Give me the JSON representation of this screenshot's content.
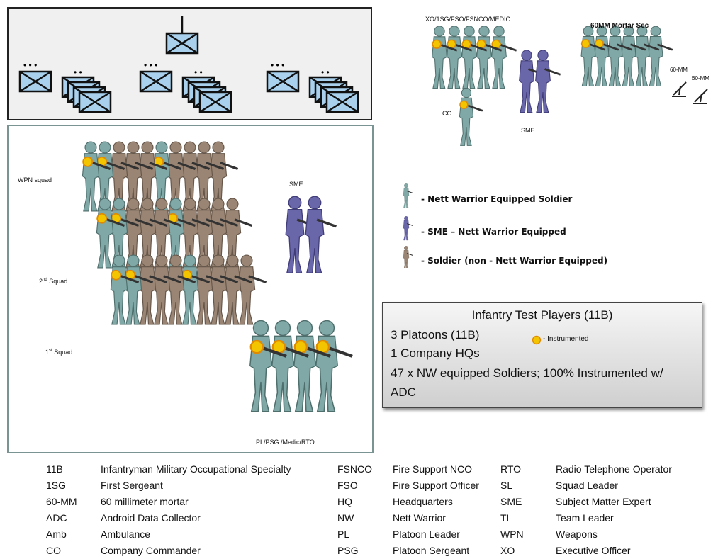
{
  "org_chart": {
    "symbols": [
      "company",
      "platoon",
      "squad"
    ]
  },
  "top_right": {
    "hq_label": "XO/1SG/FSO/FSNCO/MEDIC",
    "co_label": "CO",
    "sme_label": "SME",
    "mortar_title": "60MM Mortar Sec",
    "mortar_label_1": "60-MM",
    "mortar_label_2": "60-MM"
  },
  "platoon": {
    "wpn_label": "WPN squad",
    "sq2_label": "2",
    "sq2_sup": "nd",
    "sq2_suffix": " Squad",
    "sq1_label": "1",
    "sq1_sup": "st",
    "sq1_suffix": " Squad",
    "sme_label": "SME",
    "pl_label": "PL/PSG /Medic/RTO"
  },
  "legend": {
    "items": [
      {
        "text": "- Nett Warrior Equipped Soldier",
        "color": "#7fa8a6"
      },
      {
        "text": "- SME – Nett Warrior Equipped",
        "color": "#6a66aa"
      },
      {
        "text": "- Soldier (non - Nett Warrior Equipped)",
        "color": "#9a8574"
      }
    ]
  },
  "info_box": {
    "title": "Infantry  Test Players (11B)",
    "line1": "3 Platoons (11B)",
    "line2": "1 Company HQs",
    "line3": "47 x NW equipped Soldiers; 100% Instrumented w/",
    "line4": "ADC",
    "instrumented": "- Instrumented"
  },
  "glossary": {
    "col1_abbr": [
      "11B",
      "1SG",
      "60-MM",
      "ADC",
      "Amb",
      "CO"
    ],
    "col1_def": [
      "Infantryman Military Occupational Specialty",
      "First Sergeant",
      "60 millimeter mortar",
      "Android Data Collector",
      "Ambulance",
      "Company Commander"
    ],
    "col2_abbr": [
      "FSNCO",
      "FSO",
      "HQ",
      "NW",
      "PL",
      "PSG"
    ],
    "col2_def": [
      "Fire Support NCO",
      "Fire Support Officer",
      "Headquarters",
      "Nett Warrior",
      "Platoon Leader",
      "Platoon Sergeant"
    ],
    "col3_abbr": [
      "RTO",
      "SL",
      "SME",
      "TL",
      "WPN",
      "XO"
    ],
    "col3_def": [
      "Radio Telephone Operator",
      "Squad Leader",
      "Subject Matter Expert",
      "Team Leader",
      "Weapons",
      "Executive Officer"
    ]
  },
  "colors": {
    "nw": "#7fa8a6",
    "sme": "#6a66aa",
    "non_nw": "#9a8574",
    "instrumented": "#f3c400",
    "unit_fill": "#a9d1ee"
  }
}
